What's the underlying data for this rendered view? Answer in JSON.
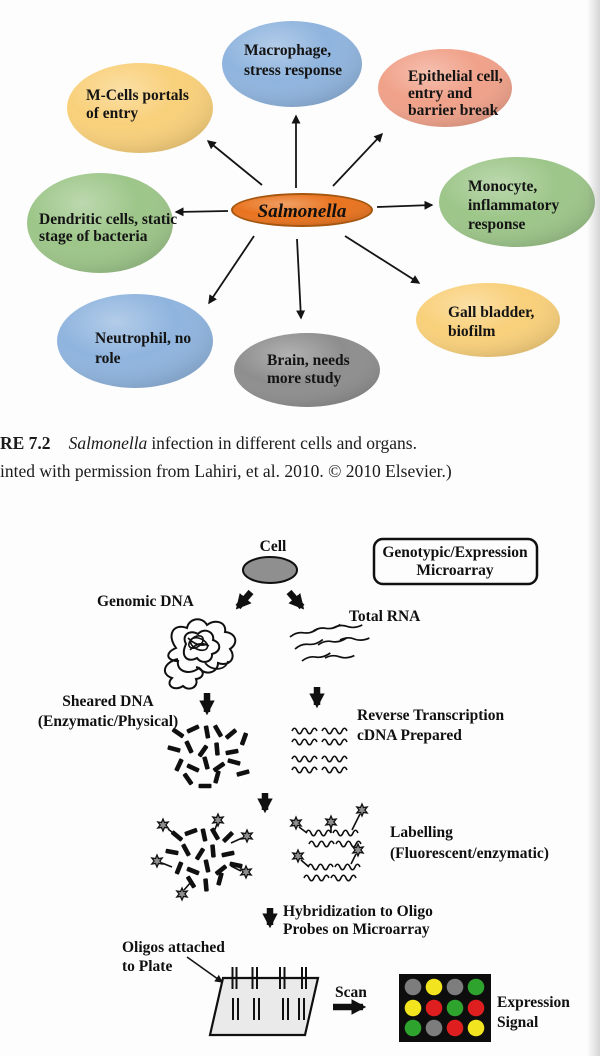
{
  "figure1": {
    "center_node": {
      "label": "Salmonella",
      "fill": "#E9731E",
      "stroke": "#A5560F"
    },
    "nodes": [
      {
        "name": "macrophage",
        "lines": [
          "Macrophage,",
          "stress response"
        ],
        "fill": "#8FB4DE"
      },
      {
        "name": "epithelial",
        "lines": [
          "Epithelial cell,",
          "entry and",
          "barrier break"
        ],
        "fill": "#F0A189"
      },
      {
        "name": "m-cells",
        "lines": [
          "M-Cells portals",
          "of entry"
        ],
        "fill": "#F9D07A"
      },
      {
        "name": "monocyte",
        "lines": [
          "Monocyte,",
          "inflammatory",
          "response"
        ],
        "fill": "#9DC689"
      },
      {
        "name": "dendritic",
        "lines": [
          "Dendritic cells, static",
          "stage of bacteria"
        ],
        "fill": "#9DC689"
      },
      {
        "name": "gall-bladder",
        "lines": [
          "Gall bladder,",
          "biofilm"
        ],
        "fill": "#F9D07A"
      },
      {
        "name": "neutrophil",
        "lines": [
          "Neutrophil, no",
          "role"
        ],
        "fill": "#8FB4DE"
      },
      {
        "name": "brain",
        "lines": [
          "Brain, needs",
          "more study"
        ],
        "fill": "#8E8E8E"
      }
    ],
    "caption": {
      "label_prefix": "RE 7.2",
      "italic_term": "Salmonella",
      "line1_rest": "infection in different cells and organs.",
      "line2": "inted with permission from Lahiri, et al. 2010. © 2010 Elsevier.)"
    }
  },
  "figure2": {
    "cell_label": "Cell",
    "box_title_lines": [
      "Genotypic/Expression",
      "Microarray"
    ],
    "genomic_dna_label": "Genomic DNA",
    "total_rna_label": "Total RNA",
    "sheared_lines": [
      "Sheared DNA",
      "(Enzymatic/Physical)"
    ],
    "reverse_lines": [
      "Reverse Transcription",
      "cDNA Prepared"
    ],
    "labelling_lines": [
      "Labelling",
      "(Fluorescent/enzymatic)"
    ],
    "hybridization_lines": [
      "Hybridization to Oligo",
      "Probes on Microarray"
    ],
    "oligos_lines": [
      "Oligos attached",
      "to Plate"
    ],
    "scan_label": "Scan",
    "expression_lines": [
      "Expression",
      "Signal"
    ],
    "cell_fill": "#8F8F8F",
    "plate_fill": "#EAEAEA",
    "array_background": "#0D0D0D",
    "microarray_dot_grid": [
      [
        "gray",
        "yellow",
        "gray",
        "green"
      ],
      [
        "yellow",
        "red",
        "green",
        "red"
      ],
      [
        "green",
        "gray",
        "red",
        "yellow"
      ]
    ],
    "dot_fills": [
      "#7D7D7D",
      "#F2E41E",
      "#7D7D7D",
      "#2EA32E",
      "#F2E41E",
      "#DF1F1F",
      "#2EA32E",
      "#DF1F1F",
      "#2EA32E",
      "#7D7D7D",
      "#DF1F1F",
      "#F2E41E"
    ]
  }
}
